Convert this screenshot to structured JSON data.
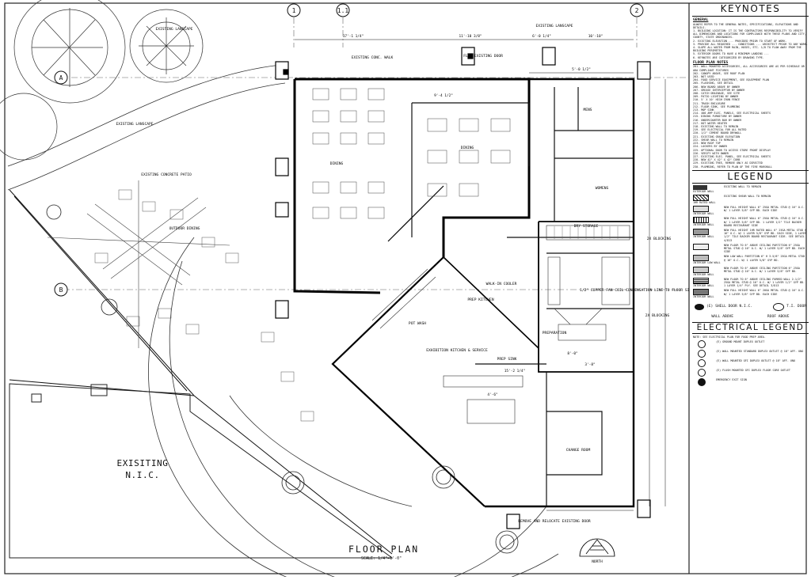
{
  "plan": {
    "title": "FLOOR PLAN",
    "scale": "SCALE: 1/4\"=1'-0\"",
    "existing_nic": [
      "EXISITING",
      "N.I.C."
    ],
    "north": "NORTH",
    "grid_labels": [
      "1",
      "1.1",
      "2",
      "A",
      "B"
    ],
    "rooms": [
      {
        "label": "EXISTING LANSCAPE"
      },
      {
        "label": "EXISTING LANSCAPE"
      },
      {
        "label": "EXISTING CONC. WALK"
      },
      {
        "label": "FLIP EXISTING DOOR"
      },
      {
        "label": "EXISTING LANSCAPE"
      },
      {
        "label": "EXISTING CONCRETE PATIO"
      },
      {
        "label": "DINING"
      },
      {
        "label": "DINING"
      },
      {
        "label": "OUTDOOR DINING"
      },
      {
        "label": "MENS"
      },
      {
        "label": "WOMENS"
      },
      {
        "label": "DRY STORAGE"
      },
      {
        "label": "WALK-IN COOLER"
      },
      {
        "label": "PREP KITCHEN"
      },
      {
        "label": "POT WASH"
      },
      {
        "label": "PREPARATION"
      },
      {
        "label": "PREP SINK"
      },
      {
        "label": "EXHIBITION KITCHEN & SERVICE"
      },
      {
        "label": "CHANGE ROOM"
      },
      {
        "label": "REMOVE AND RELOCATE EXISTING DOOR"
      },
      {
        "label": "2X BLOCKING"
      },
      {
        "label": "2X BLOCKING"
      },
      {
        "label": "1/2\" COPPER FAN COIL CONDENSATION LINE TO FLOOR SINK"
      }
    ],
    "dimensions": [
      "17'-1 1/4\"",
      "11'-10 3/8\"",
      "6'-0 1/4\"",
      "10'-10\"",
      "5'-0 1/2\"",
      "9'-4 1/2\"",
      "15'-2 1/4\"",
      "8'-0\"",
      "3'-8\"",
      "4'-6\""
    ]
  },
  "keynotes": {
    "title": "KEYNOTES",
    "general_heading": "GENERAL",
    "general_text": "ALWAYS REFER TO THE GENERAL NOTES, SPECIFICATIONS, ELEVATIONS AND DETAILS.\n1. BUILDING LOCATION: IT IS THE CONTRACTORS RESPONSIBILITY TO VERIFY ALL DIMENSIONS AND LOCATIONS FOR COMPLIANCE WITH THESE PLANS AND CITY, COUNTY, STATE ORDINANCES.\n2. EXISTING ELEVATION ... PROVIDED PRIOR TO START OF WORK.\n3. PROVIDE ALL REQUIRED ... CONDITIONS ... ARCHITECT PRIOR TO ANY WORK.\n4. SLOPE ALL WATER FROM RAIN, HOSES, ETC. 1/8 TO FLOW AWAY FROM THE BUILDING PERIMETER.\n5. EXTERIOR DOORS TO HAVE A MINIMUM LANDING ...\n6. KEYNOTES ARE CATEGORIZED BY DRAWING TYPE.",
    "floor_heading": "FLOOR PLAN NOTES",
    "floor_text": "201. WALL MOUNTED ACCESSORIES, ALL ACCESSORIES ARE AS PER SCHEDULE OR ADA COMPLIANT FIXTURES\n202. CANOPY ABOVE, SEE ROOF PLAN\n203. NOT USED\n204. FOOD SERVICE EQUIPMENT, SEE EQUIPMENT PLAN\n205. FLASHING, SEE DETAIL\n206. NEW BOARD ABOVE BY OWNER\n207. GREASE INTERCEPTOR BY OWNER\n208. CATCH DRAINAGE, SEE SITE\n209. PATIO LIGHTING BY OWNER\n210. 5' X 10' HIGH IRON FENCE\n211. TRASH ENCLOSURE\n212. FLOOR SINK, SEE PLUMBING\n213. MOP SINK\n214. 400 AMP ELEC. PANELS, SEE ELECTRICAL SHEETS\n215. DINING FURNITURE BY OWNER\n216. UNDERCOUNTER BAR BY OWNER\n217. HOT WATER HEATER\n218. EXISTING WALL TO REMAIN\n219. SEE ELECTRICAL FOR ALL RATED\n220. 1/2\" CEMENT BOARD DRYWALL\n221. EXISTING GRADE ELEVATION\n222. SHEAR WALL TO REMAIN\n223. NEW ROOF TOP\n224. LOCKERS BY OWNER\n225. OPTIONAL DOOR TO ACCESS STORE FRONT DISPLAY\n226. VERIFY WITH OWNER\n227. EXISTING ELEC. PANEL, SEE ELECTRICAL SHEETS\n228. NEW 42\" X 42\" X 42\" CURB\n229. EXISTING TREE, REMOVE ONLY AS DIRECTED\n230. PLUMBING, REFER TO PLAN OF THE FIRE MARSHALL"
  },
  "legend": {
    "title": "LEGEND",
    "items": [
      {
        "tag": "EXTERIOR WALL",
        "text": "EXISTING WALL TO REMAIN"
      },
      {
        "tag": "1HR RATED WALL",
        "text": "EXISTING SHEAR WALL TO REMAIN"
      },
      {
        "tag": "INTERIOR WALL",
        "text": "NEW FULL HEIGHT WALL 6\" 25GA METAL STUD @ 16\" O.C. W/ 1 LAYER 5/8\" GYP BD. EACH SIDE"
      },
      {
        "tag": "INTERIOR WALL",
        "text": "NEW FULL HEIGHT WALL 6\" 25GA METAL STUD @ 16\" O.C. W/ 1 LAYER 5/8\" GYP BD. 1 LAYER 1/2\" TILE BACKER BOARD RESTAURANT SIDE"
      },
      {
        "tag": "INTERIOR WALL",
        "text": "NEW FULL HEIGHT 1HR RATED WALL 6\" 25GA METAL STUD @ 16\" O.C. W/ 1 LAYER 5/8\" GYP BD. EACH SIDE, 1 LAYER 1/2\" TILE BACKER BOARD RESTAURANT SIDE. SEE DETAIL 4/D13"
      },
      {
        "tag": "",
        "text": "NEW FLOOR TO 6\" ABOVE CEILING PARTITION 6\" 25GA METAL STUD @ 16\" O.C. W/ 1 LAYER 5/8\" GYP BD. EACH SIDE"
      },
      {
        "tag": "INTERIOR LOW WALL",
        "text": "NEW LOW WALL PARTITION 6\" H 3-5/8\" 25GA METAL STUD @ 16\" O.C. W/ 1 LAYER 5/8\" GYP BD."
      },
      {
        "tag": "INTERIOR WALL",
        "text": "NEW FLOOR TO 6\" ABOVE CEILING PARTITION 6\" 25GA METAL STUD @ 16\" O.C. W/ 1 LAYER 5/8\" GYP BD."
      },
      {
        "tag": "INTERIOR WALL",
        "text": "NEW FLOOR TO 6\" ABOVE CEILING FURRED WALL 2-1/2\" 25GA METAL STUD @ 16\" O.C. W/ 1 LAYER 1/2\" GYP BD. 1 LAYER 1/4\" PLY. SEE DETAIL 3/D13"
      },
      {
        "tag": "INTERIOR WALL",
        "text": "NEW FULL HEIGHT WALL 6\" 20GA METAL STUD @ 16\" O.C. W/ 1 LAYER 5/8\" GYP BD. EACH SIDE"
      }
    ],
    "door_shell": "(E) SHELL DOOR N.I.C.",
    "door_ti": "T.I. DOOR",
    "wall_above": "WALL ABOVE",
    "roof_above": "ROOF ABOVE"
  },
  "electrical": {
    "title": "ELECTRICAL LEGEND",
    "note": "NOTE: SEE ELECTRICAL PLAN FOR FOOD PREP AREA.",
    "items": [
      "(E) GROUND MOUNT DUPLEX OUTLET",
      "(E) WALL MOUNTED STANDARD DUPLEX OUTLET @ 18\" AFF. UNO",
      "(E) WALL MOUNTED GFI DUPLEX OUTLET @ 18\" AFF. UNO",
      "(E) FLUSH MOUNTED GFI DUPLEX FLOOR CORE OUTLET",
      "EMERGENCY EXIT SIGN"
    ]
  }
}
